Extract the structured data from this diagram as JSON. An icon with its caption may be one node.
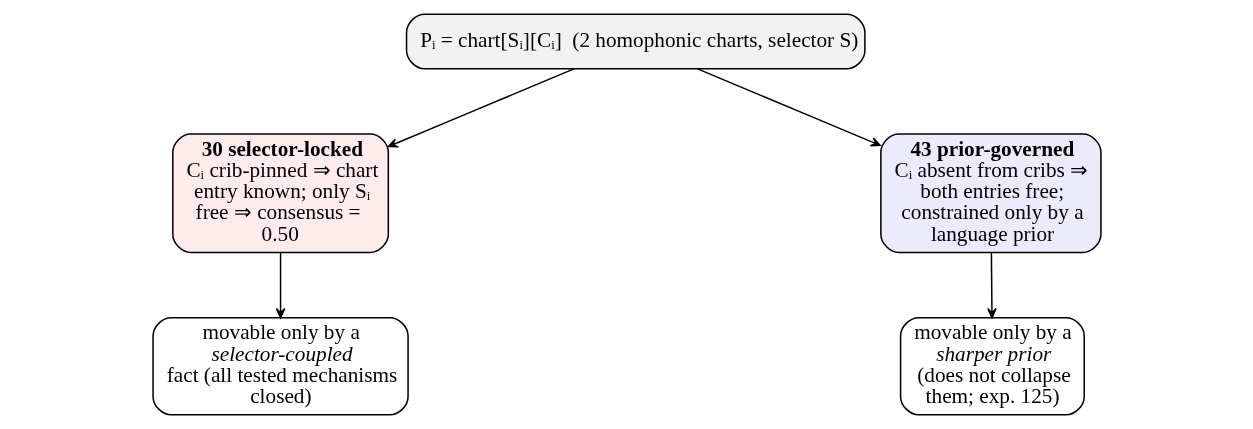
{
  "diagram": {
    "nodes": [
      {
        "text": [
          "Pᵢ = chart[Sᵢ][Cᵢ]  (2 homophonic charts, selector S)"
        ]
      },
      {
        "text": [
          "30 selector-locked",
          "Cᵢ crib-pinned ⇒ chart entry known; only Sᵢ free ⇒ consensus =  0.50"
        ]
      },
      {
        "text": [
          "43 prior-governed",
          "Cᵢ absent from cribs ⇒ both entries free; constrained only by a language prior"
        ]
      },
      {
        "text": [
          "movable only by a *selector-coupled* fact (all tested mechanisms closed)"
        ]
      },
      {
        "text": [
          "movable only by a *sharper prior* (does not collapse them; exp. 125)"
        ]
      }
    ],
    "edges": [
      {
        "from": 0,
        "to": 1,
        "arrow": "to"
      },
      {
        "from": 0,
        "to": 2,
        "arrow": "to"
      },
      {
        "from": 1,
        "to": 3,
        "arrow": "to"
      },
      {
        "from": 2,
        "to": 4,
        "arrow": "to"
      }
    ]
  }
}
